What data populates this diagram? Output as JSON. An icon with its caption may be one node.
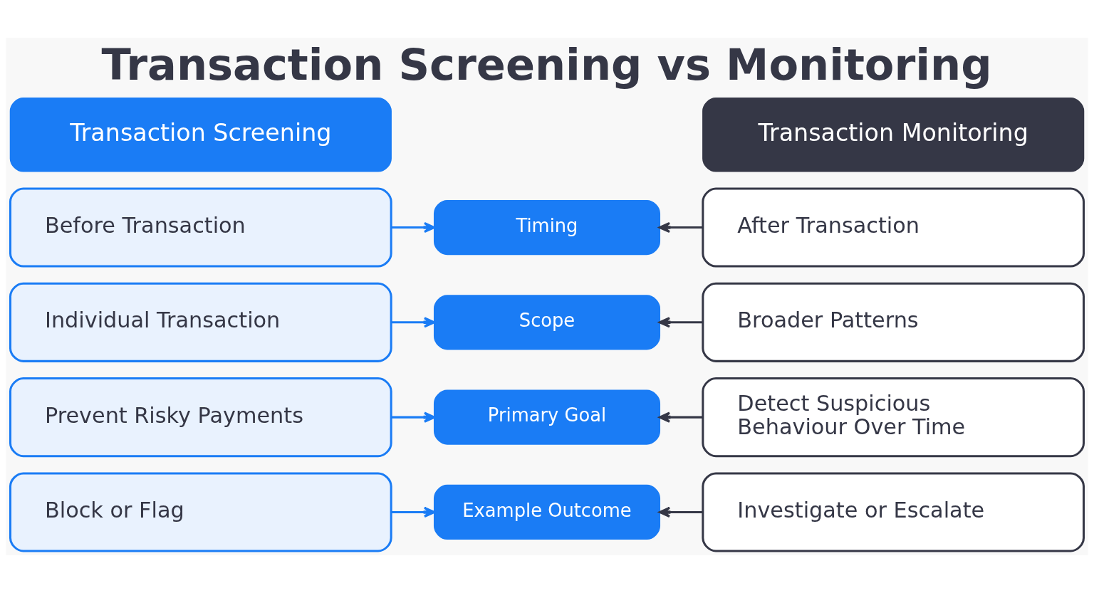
{
  "diagram": {
    "title": "Transaction Screening vs Monitoring",
    "nodes": [
      {
        "text": [
          "Transaction Screening"
        ]
      },
      {
        "text": [
          "Transaction Monitoring"
        ]
      },
      {
        "text": [
          "Before Transaction"
        ]
      },
      {
        "text": [
          "Timing"
        ]
      },
      {
        "text": [
          "After Transaction"
        ]
      },
      {
        "text": [
          "Individual Transaction"
        ]
      },
      {
        "text": [
          "Scope"
        ]
      },
      {
        "text": [
          "Broader Patterns"
        ]
      },
      {
        "text": [
          "Prevent Risky Payments"
        ]
      },
      {
        "text": [
          "Primary Goal"
        ]
      },
      {
        "text": [
          "Detect Suspicious Behaviour Over Time"
        ]
      },
      {
        "text": [
          "Block or Flag"
        ]
      },
      {
        "text": [
          "Example Outcome"
        ]
      },
      {
        "text": [
          "Investigate or Escalate"
        ]
      }
    ],
    "edges": [
      {
        "from": 2,
        "to": 3,
        "arrow": "to"
      },
      {
        "from": 4,
        "to": 3,
        "arrow": "to",
        "color": "#353746"
      },
      {
        "from": 5,
        "to": 6,
        "arrow": "to"
      },
      {
        "from": 7,
        "to": 6,
        "arrow": "to",
        "color": "#353746"
      },
      {
        "from": 8,
        "to": 9,
        "arrow": "to"
      },
      {
        "from": 10,
        "to": 9,
        "arrow": "to",
        "color": "#353746"
      },
      {
        "from": 11,
        "to": 12,
        "arrow": "to"
      },
      {
        "from": 13,
        "to": 12,
        "arrow": "to",
        "color": "#353746"
      }
    ]
  }
}
